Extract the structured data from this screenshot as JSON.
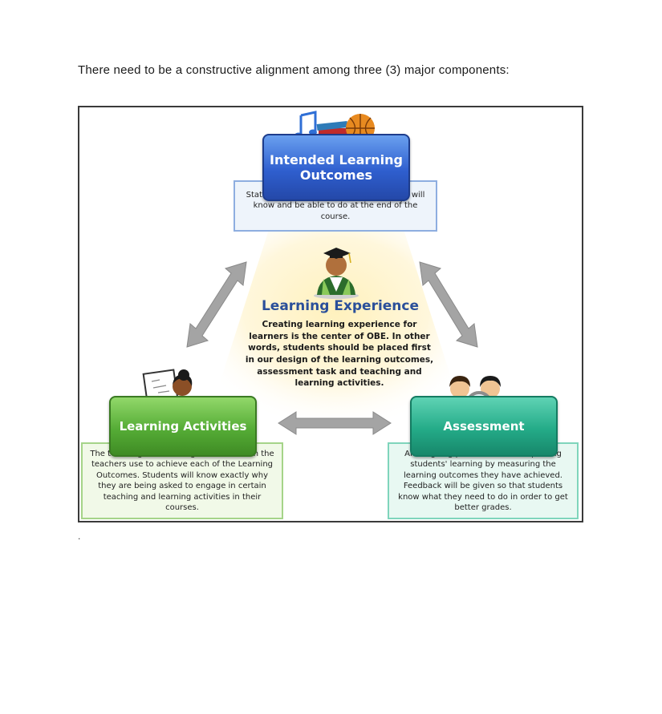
{
  "intro_text": "There need to be a constructive alignment among three (3) major components:",
  "trailing_mark": ".",
  "diagram": {
    "intended": {
      "title": "Intended Learning Outcomes",
      "desc": "Statements specifying what the learners will know and be able to do at the end of the course."
    },
    "center": {
      "title": "Learning Experience",
      "desc": "Creating learning experience for learners is the center of OBE. In other words, students should be placed first in our design of the learning outcomes, assessment task and teaching and learning activities."
    },
    "activities": {
      "title": "Learning Activities",
      "desc": "The teaching and learning methocs which the teachers use to achieve each of the Learning Outcomes. Students will know exactly why they are being asked to engage in certain teaching and learning activities in their courses."
    },
    "assessment": {
      "title": "Assessment",
      "desc": "An on-going process aims at improving students' learning by measuring the learning outcomes they have achieved. Feedback will be given so that students know what they need to do in order to get better grades."
    },
    "colors": {
      "blue": "#2f5fcf",
      "green": "#55ac36",
      "teal": "#24ab88",
      "center_title": "#2a4f9a",
      "glow": "#fff3c4",
      "arrow": "#9a9a9a"
    }
  }
}
